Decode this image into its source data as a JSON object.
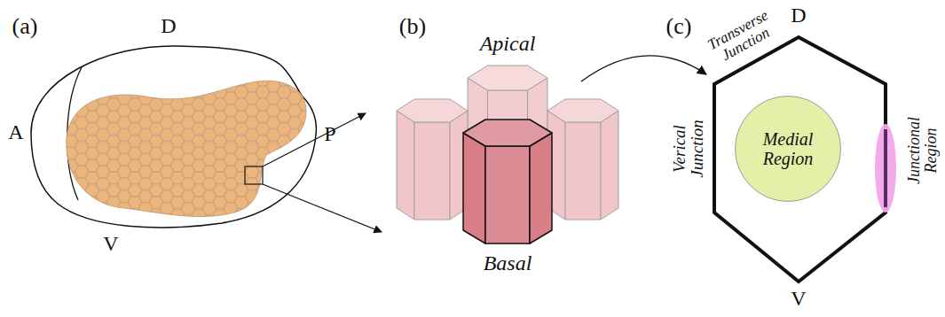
{
  "diagram": {
    "nodes": [
      {
        "text": [
          "Medial Region"
        ]
      },
      {
        "text": [
          "Junctional Region"
        ]
      }
    ],
    "labels": [
      "(a)",
      "D",
      "A",
      "P",
      "V",
      "(b)",
      "Apical",
      "Basal",
      "(c)",
      "D",
      "Transverse Junction",
      "Verical Junction",
      "V"
    ]
  }
}
